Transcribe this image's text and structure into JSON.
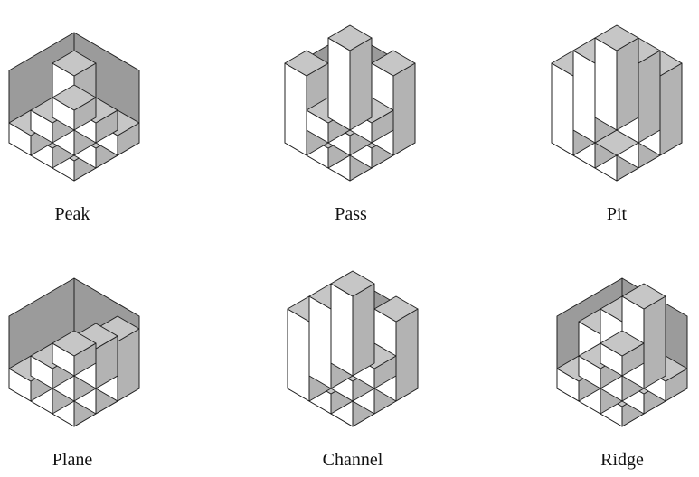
{
  "panels": [
    {
      "label": "Peak",
      "grid": [
        [
          1,
          1,
          1
        ],
        [
          1,
          4,
          1
        ],
        [
          1,
          1,
          1
        ]
      ]
    },
    {
      "label": "Pass",
      "grid": [
        [
          4,
          1,
          4
        ],
        [
          1,
          1,
          1
        ],
        [
          4,
          1,
          4
        ]
      ]
    },
    {
      "label": "Pit",
      "grid": [
        [
          4,
          4,
          4
        ],
        [
          4,
          0,
          4
        ],
        [
          4,
          4,
          4
        ]
      ]
    },
    {
      "label": "Plane",
      "grid": [
        [
          1,
          2,
          3
        ],
        [
          1,
          2,
          3
        ],
        [
          1,
          2,
          3
        ]
      ]
    },
    {
      "label": "Channel",
      "grid": [
        [
          4,
          1,
          4
        ],
        [
          4,
          1,
          4
        ],
        [
          4,
          1,
          4
        ]
      ]
    },
    {
      "label": "Ridge",
      "grid": [
        [
          1,
          4,
          1
        ],
        [
          1,
          4,
          1
        ],
        [
          1,
          4,
          1
        ]
      ]
    }
  ],
  "colors": {
    "top": "#c6c6c6",
    "left_face": "#ffffff",
    "right_face": "#b3b3b3",
    "wall": "#9b9b9b",
    "floor": "#b9b9b9",
    "edge": "#222222"
  }
}
